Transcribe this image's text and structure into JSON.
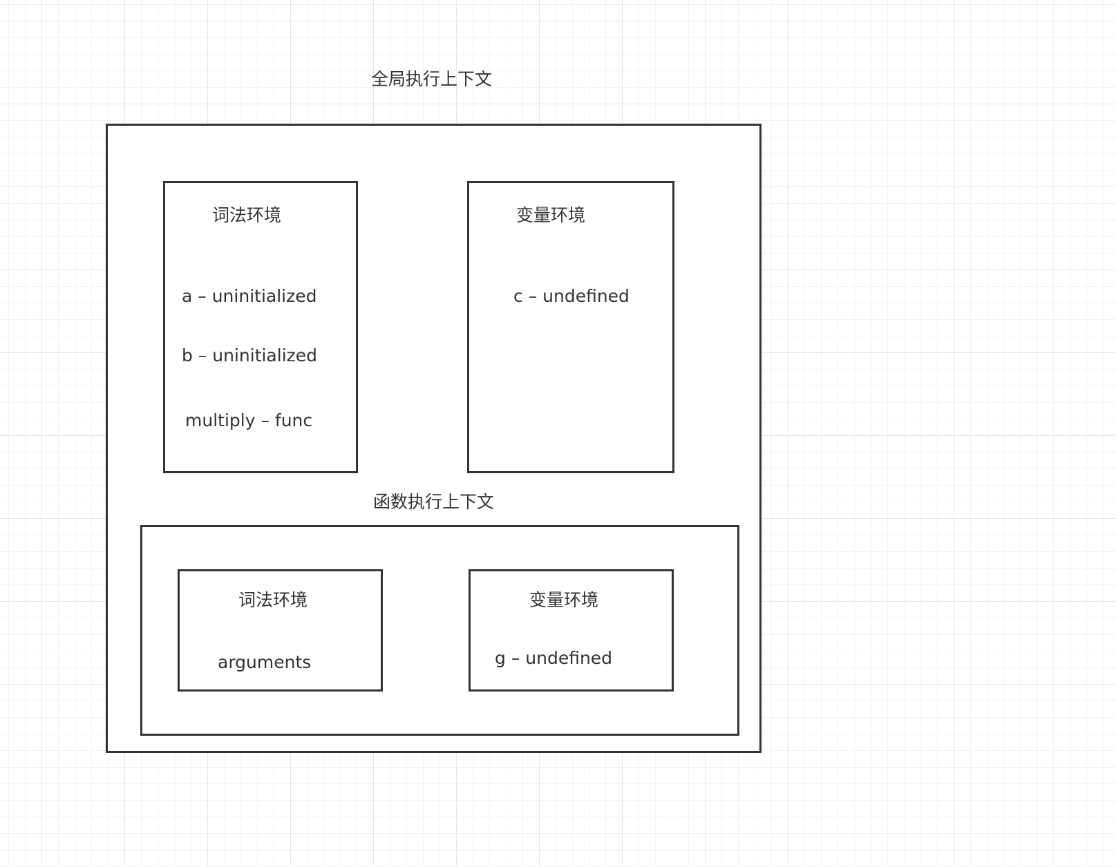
{
  "global_context": {
    "title": "全局执行上下文",
    "lexical_env": {
      "title": "词法环境",
      "items": [
        "a – uninitialized",
        "b – uninitialized",
        "multiply – func"
      ]
    },
    "variable_env": {
      "title": "变量环境",
      "items": [
        "c – undefined"
      ]
    }
  },
  "function_context": {
    "title": "函数执行上下文",
    "lexical_env": {
      "title": "词法环境",
      "items": [
        "arguments"
      ]
    },
    "variable_env": {
      "title": "变量环境",
      "items": [
        "g – undefined"
      ]
    }
  }
}
